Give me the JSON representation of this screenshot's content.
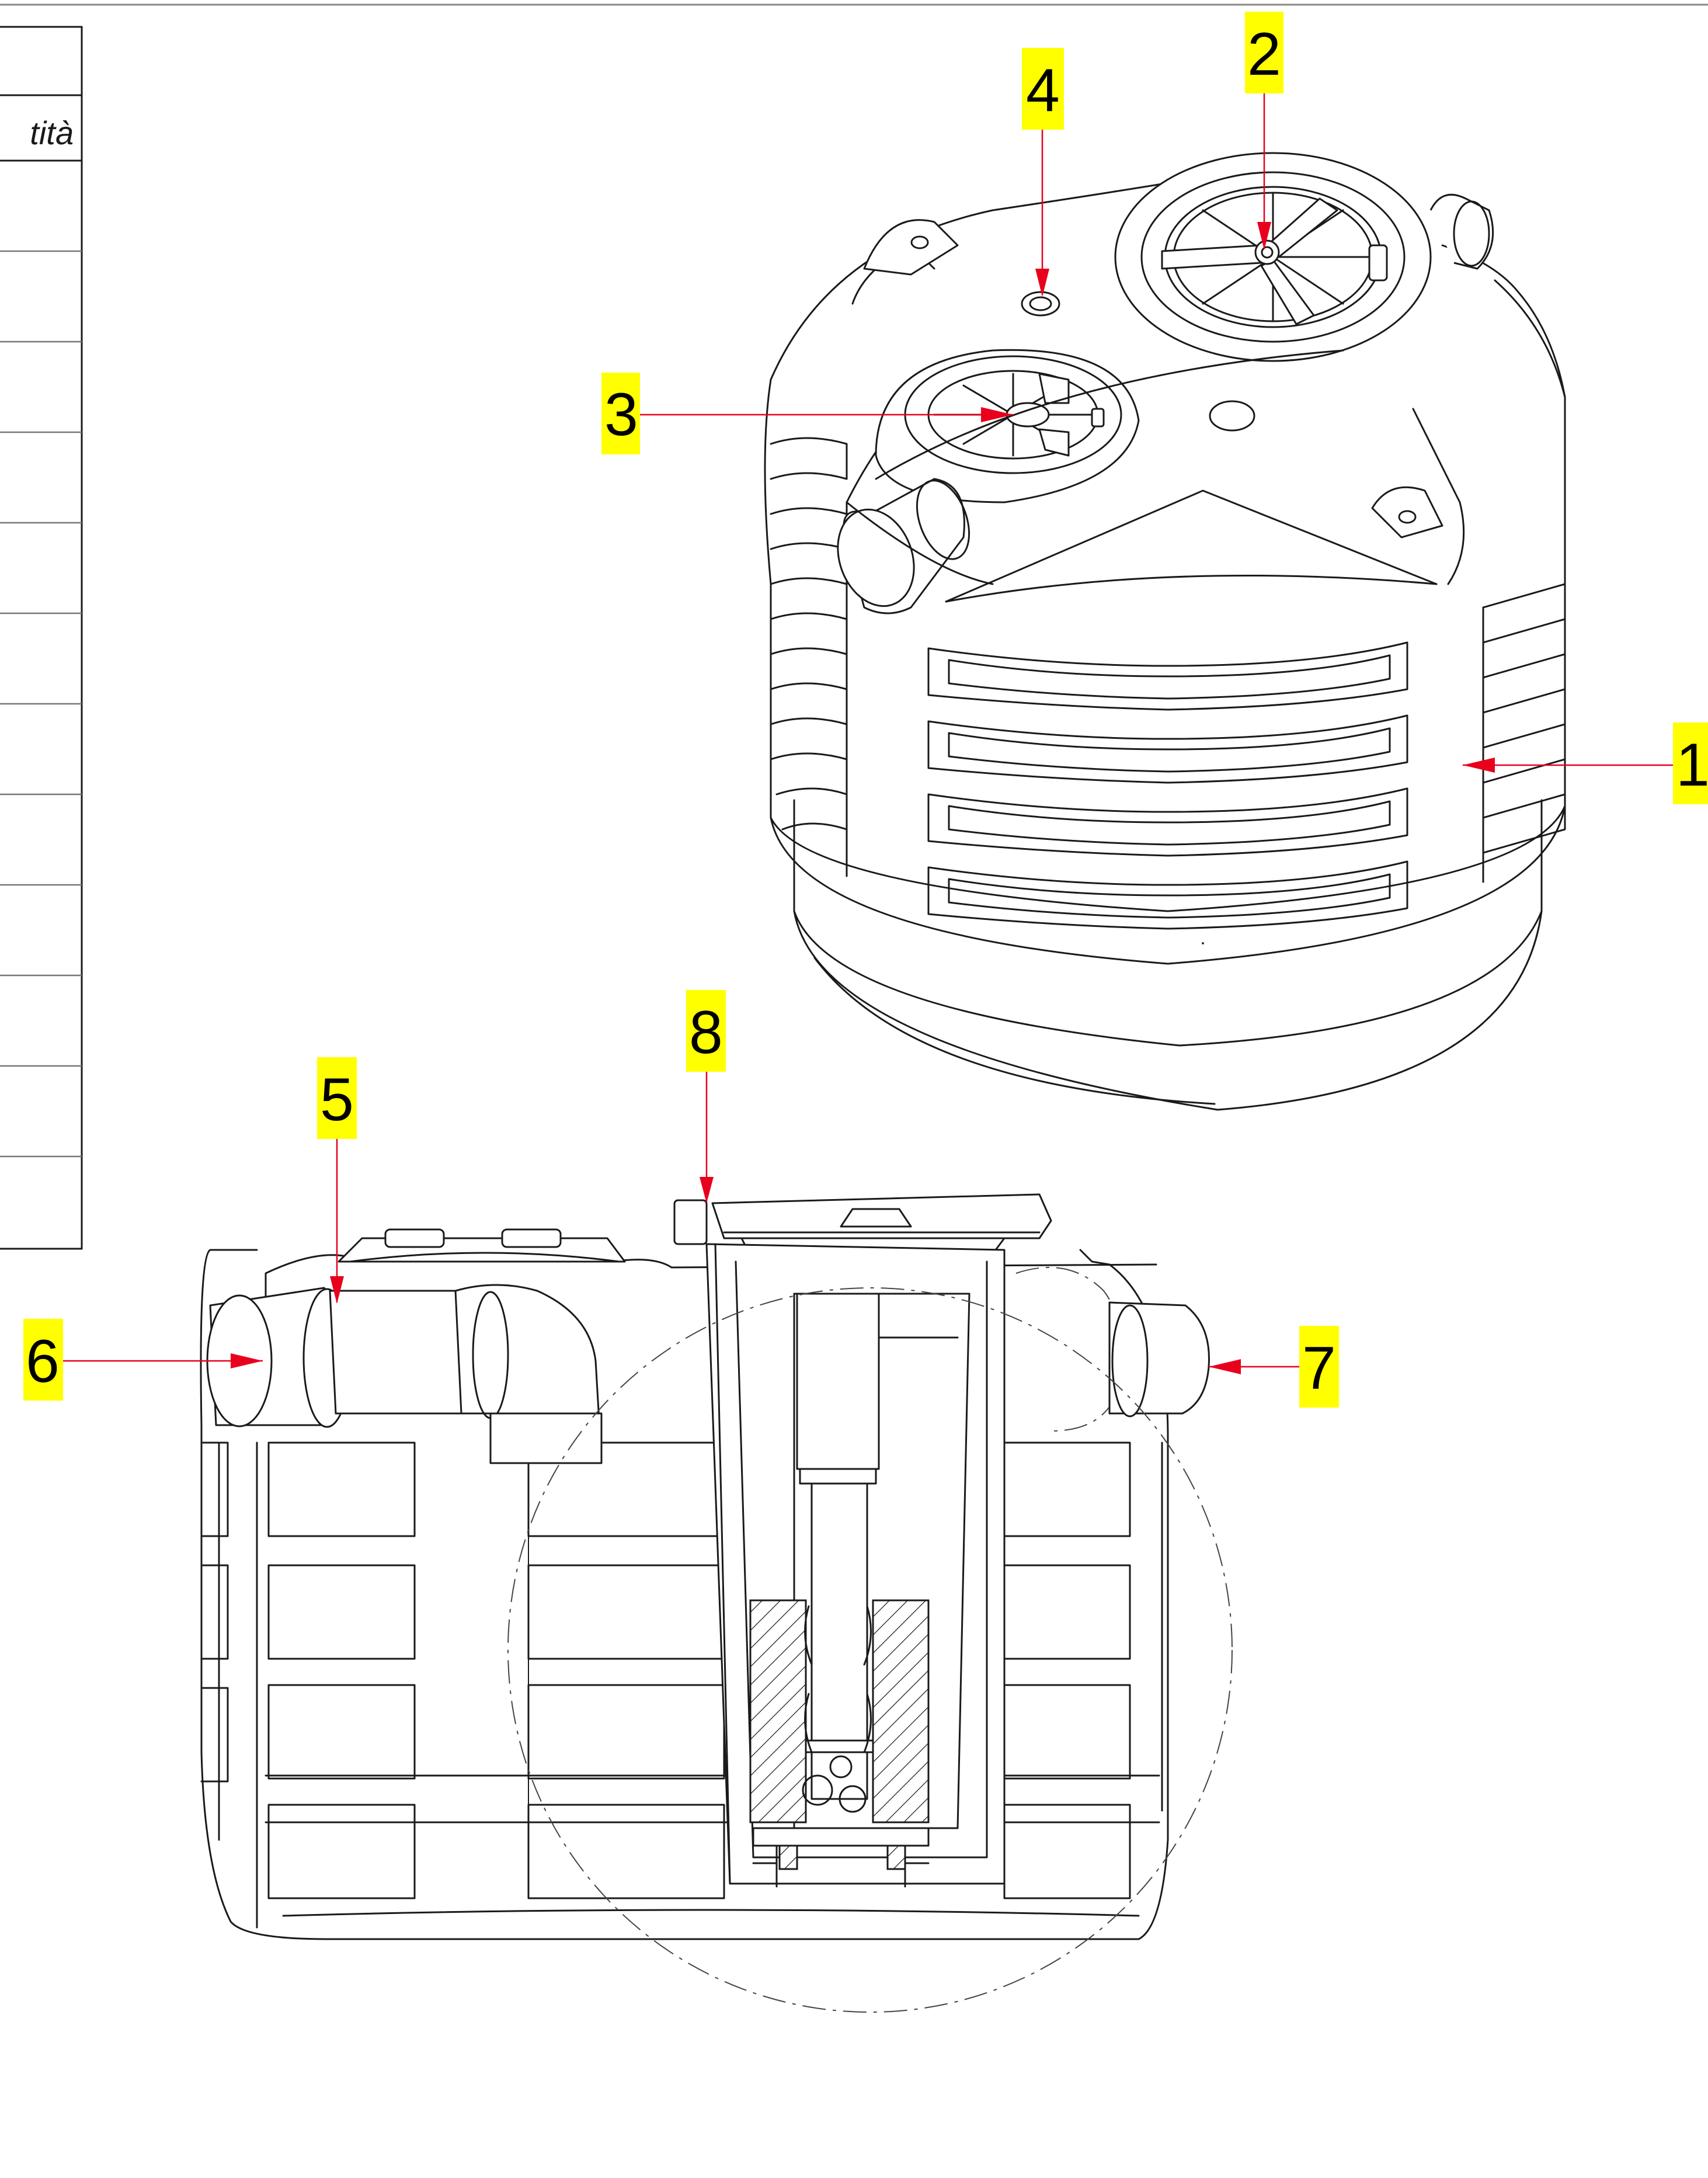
{
  "parts_table": {
    "header_partial": "tità",
    "row_count": 12
  },
  "callouts": [
    {
      "id": "1",
      "label": "1"
    },
    {
      "id": "2",
      "label": "2"
    },
    {
      "id": "3",
      "label": "3"
    },
    {
      "id": "4",
      "label": "4"
    },
    {
      "id": "5",
      "label": "5"
    },
    {
      "id": "6",
      "label": "6"
    },
    {
      "id": "7",
      "label": "7"
    },
    {
      "id": "8",
      "label": "8"
    }
  ],
  "colors": {
    "callout_background": "#ffff00",
    "leader_line": "#e8001c",
    "line": "#1a1a1a"
  }
}
